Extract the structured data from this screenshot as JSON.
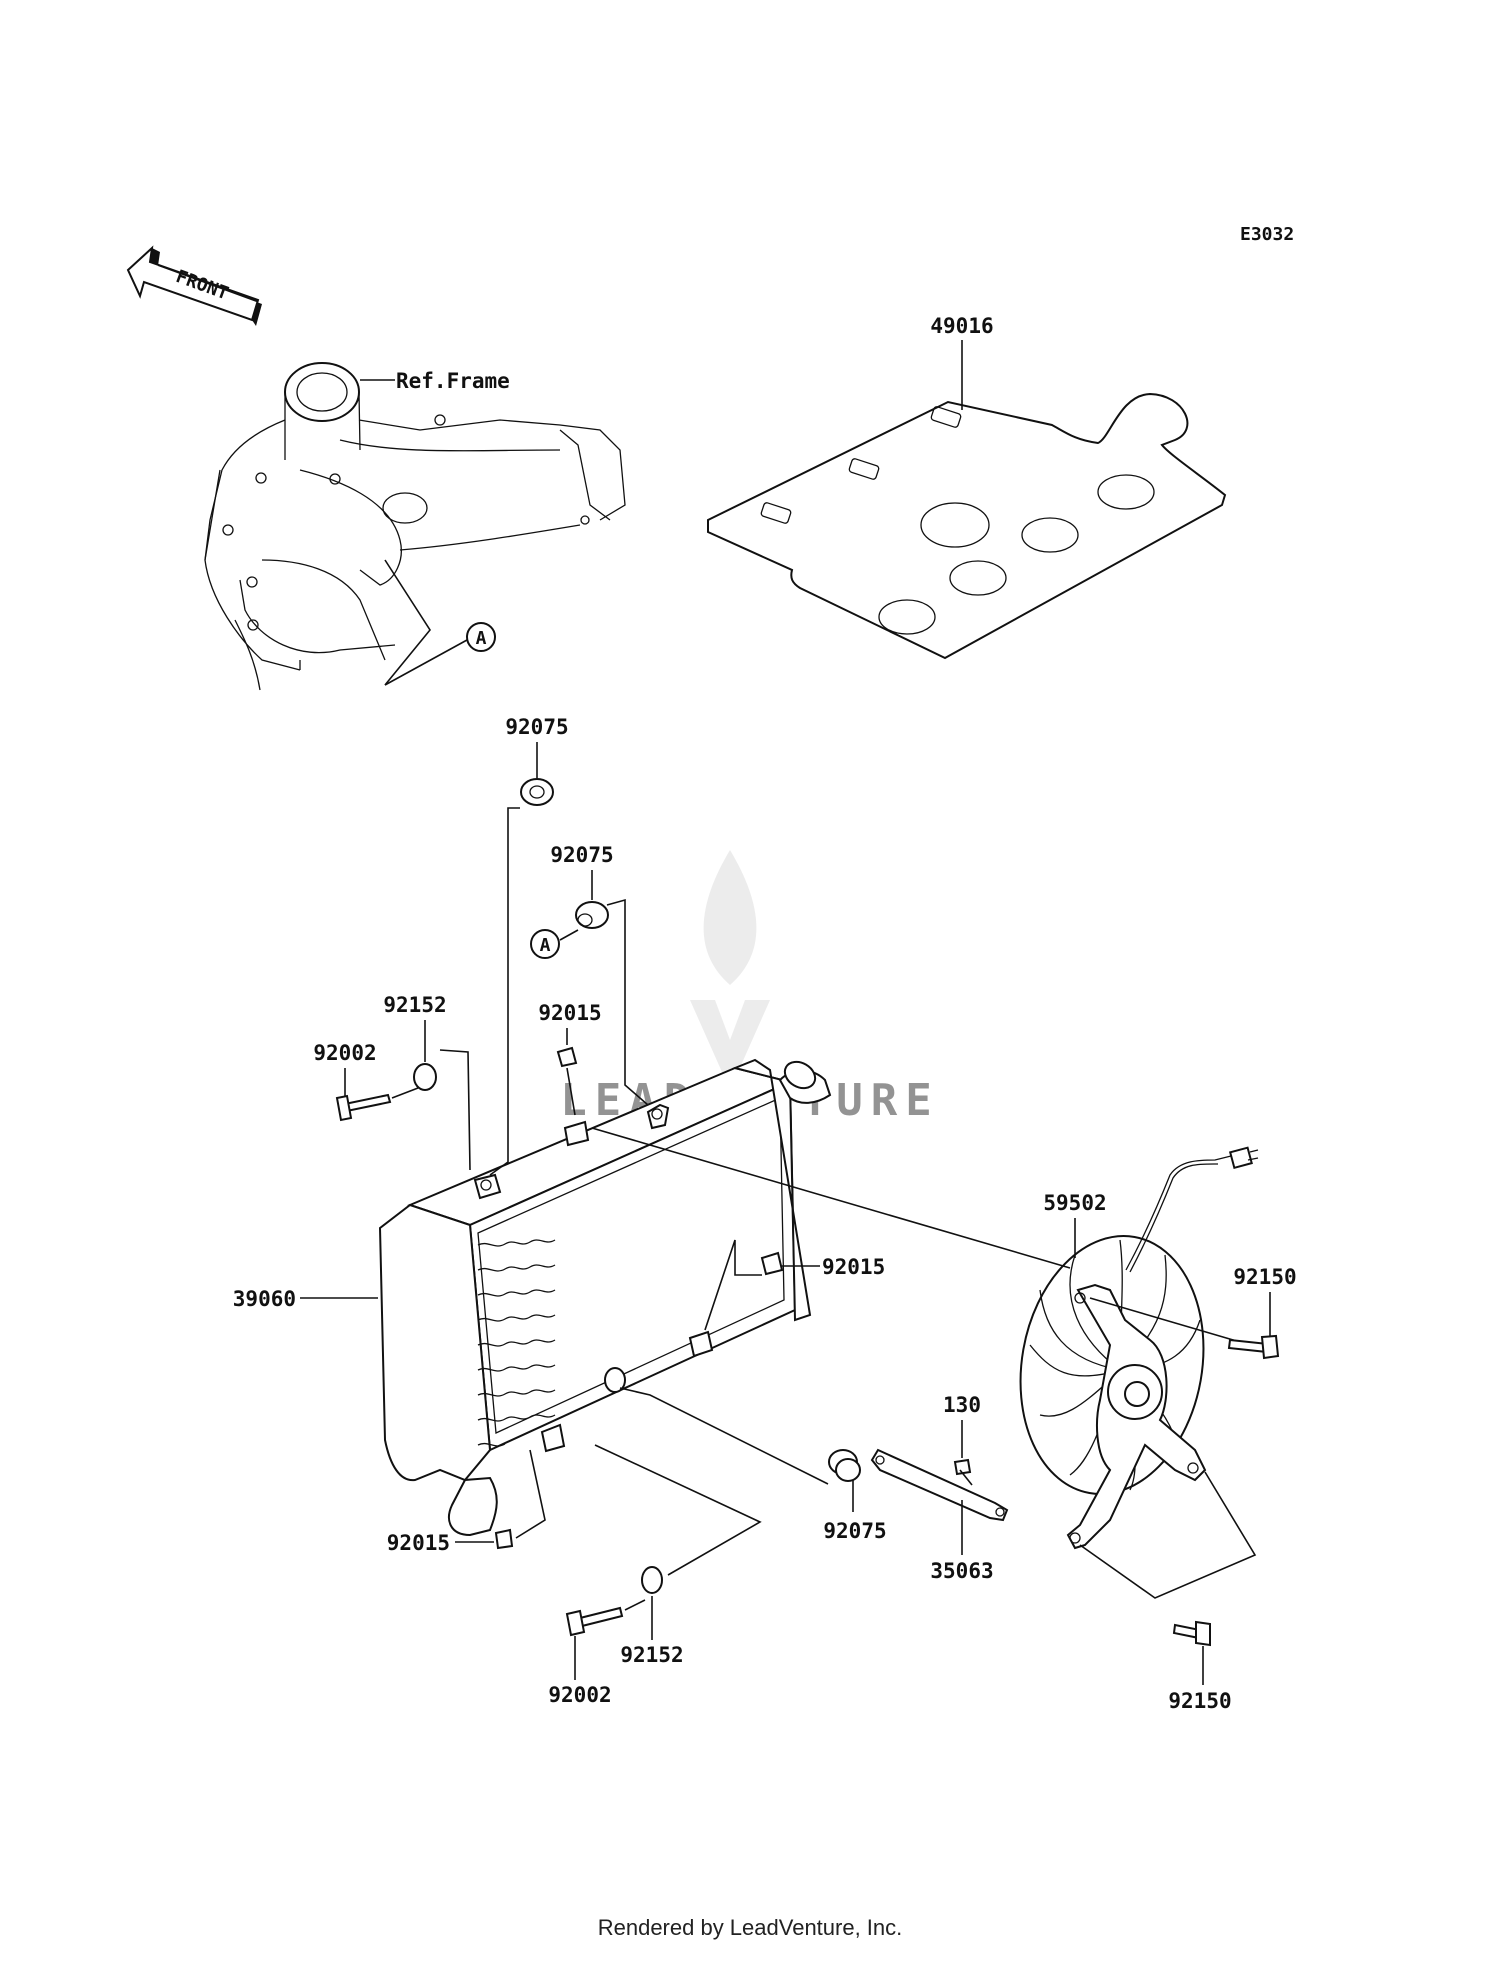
{
  "diagram": {
    "code": "E3032",
    "front_label": "FRONT",
    "ref_label": "Ref.Frame",
    "callout": "A",
    "watermark": "LEADVENTURE",
    "parts": {
      "p49016": "49016",
      "p92075_top": "92075",
      "p92075_mid": "92075",
      "p92152_top": "92152",
      "p92015_top": "92015",
      "p92002_top": "92002",
      "p39060": "39060",
      "p59502": "59502",
      "p92150_right": "92150",
      "p92015_right": "92015",
      "p130": "130",
      "p92075_bottom": "92075",
      "p35063": "35063",
      "p92015_bottom": "92015",
      "p92152_bottom": "92152",
      "p92002_bottom": "92002",
      "p92150_bottom": "92150"
    }
  },
  "footer": {
    "text": "Rendered by LeadVenture, Inc."
  }
}
